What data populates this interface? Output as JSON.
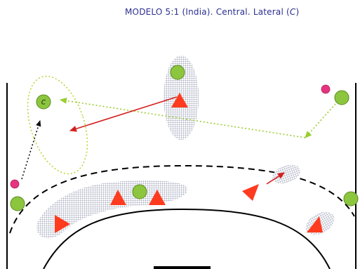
{
  "title": {
    "prefix": "MODELO 5:1 (India). Central. Lateral (",
    "player": "C",
    "suffix": ")"
  },
  "diagram": {
    "highlighted_player_label": "C"
  },
  "colors": {
    "title": "#2a2f8f",
    "attacker": "#8cc63f",
    "defender": "#ff3b1f",
    "ball": "#e6337f",
    "pass_arrow": "#9acd32",
    "move_arrow": "#d42020",
    "player_move": "#111111",
    "coverage_hatch": "#9aa0b4"
  }
}
